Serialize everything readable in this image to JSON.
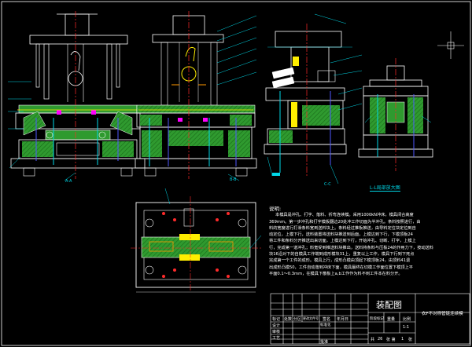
{
  "section_labels": {
    "view_a": "A-A",
    "view_b": "B-B",
    "view_c": "C-C",
    "title_note": "L-L局部放大图"
  },
  "notes": {
    "heading": "说明:",
    "lines": [
      "本模具是冲孔、打字、落料、折弯连续模。采用1000kN冲床，模具闭合高度",
      "369mm。第一步冲孔和打字模板翻边20处冲工作切面为半冲孔。条料按照进行，由",
      "料的宽度进行打滑条料宽到送料块上。条料经过推板推送，由导料定位块定位到自",
      "动定位，上模下行，送料装置将送料块推送到后面，上模达到下行，下模顶板24",
      "将工件和条料分开推送出来切面，上模达到下行，开始冲孔、切断、打字，上模上",
      "行，完成第一道冲孔；料宽受到推送料块推出，送料将条料与压板24的作用力下，按动送料",
      "块16沿对下的自模具工作端到成形模块31上，重复以上工作，模具下行到下死点",
      "完成第一个工件的成形。模具上行，成形凸模由顶起下模顶板24，由顶料41退",
      "出成形凸模50，工件自动落到冲床下面，模具最终在切模工作面位置下模顶上平",
      "平面0.1～0.3mm，在模具下散板上a,b工作作为料不到工件本在料分开。"
    ]
  },
  "title_block": {
    "drawing_title": "装配图",
    "product_name": "衣F不对称管链连续模",
    "headers": [
      "标记",
      "处数",
      "分区",
      "更改文件号",
      "签名",
      "年月日"
    ],
    "labels": {
      "design": "设计",
      "standardize": "标准化",
      "review": "审核",
      "process": "工艺",
      "approve": "批准",
      "stage_mark": "阶段标记",
      "weight": "重量",
      "scale": "比例",
      "scale_value": "1:1",
      "sheet_prefix": "共",
      "sheet_total": "26",
      "sheet_mid": "张 第",
      "sheet_no": "1",
      "sheet_suffix": "张"
    }
  },
  "colors": {
    "outline": "#ffffff",
    "fill_green": "#2f9a2f",
    "hatch_green": "#1f7a1f",
    "cyan": "#00d8e8",
    "blue": "#4f59ff",
    "magenta": "#ff00ff",
    "red": "#ff2a2a",
    "yellow": "#ffee00",
    "orange": "#ff9900"
  },
  "icons": [
    "crosshair-cursor-icon"
  ]
}
